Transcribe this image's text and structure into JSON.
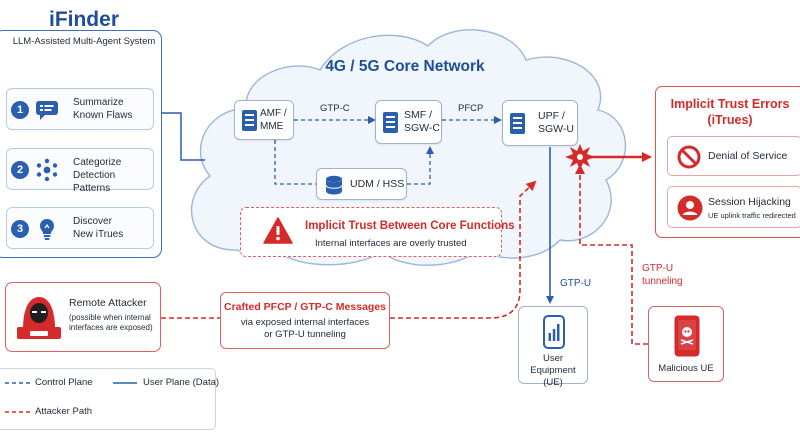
{
  "ifinder": {
    "title": "iFinder",
    "subtitle": "LLM-Assisted Multi-Agent System",
    "steps": [
      {
        "num": "1",
        "line1": "Summarize",
        "line2": "Known Flaws"
      },
      {
        "num": "2",
        "line1": "Categorize",
        "line2": "Detection Patterns"
      },
      {
        "num": "3",
        "line1": "Discover",
        "line2": "New iTrues"
      }
    ]
  },
  "core": {
    "title": "4G / 5G Core Network",
    "nodes": {
      "amf": "AMF / MME",
      "smf_line1": "SMF /",
      "smf_line2": "SGW-C",
      "upf_line1": "UPF /",
      "upf_line2": "SGW-U",
      "udm": "UDM / HSS"
    },
    "links": {
      "gtpc": "GTP-C",
      "pfcp": "PFCP"
    },
    "trust": {
      "title": "Implicit Trust Between Core Functions",
      "subtitle": "Internal interfaces are overly trusted"
    }
  },
  "errors": {
    "title_line1": "Implicit Trust Errors",
    "title_line2": "(iTrues)",
    "dos": "Denial of Service",
    "hijack": "Session Hijacking",
    "hijack_sub": "UE uplink traffic redirected"
  },
  "attacker": {
    "label": "Remote Attacker",
    "note": "(possible when internal interfaces are exposed)"
  },
  "crafted": {
    "title": "Crafted PFCP / GTP-C Messages",
    "sub_line1": "via exposed internal interfaces",
    "sub_line2": "or GTP-U tunneling"
  },
  "ue": {
    "line1": "User Equipment",
    "line2": "(UE)",
    "gtpu": "GTP-U"
  },
  "malicious": {
    "label": "Malicious UE",
    "tunnel_line1": "GTP-U",
    "tunnel_line2": "tunneling"
  },
  "legend": {
    "control": "Control Plane",
    "user": "User Plane (Data)",
    "attack": "Attacker Path"
  },
  "colors": {
    "blue": "#2a5fb0",
    "red": "#d52a2a",
    "cloud": "#f1f6fd"
  }
}
